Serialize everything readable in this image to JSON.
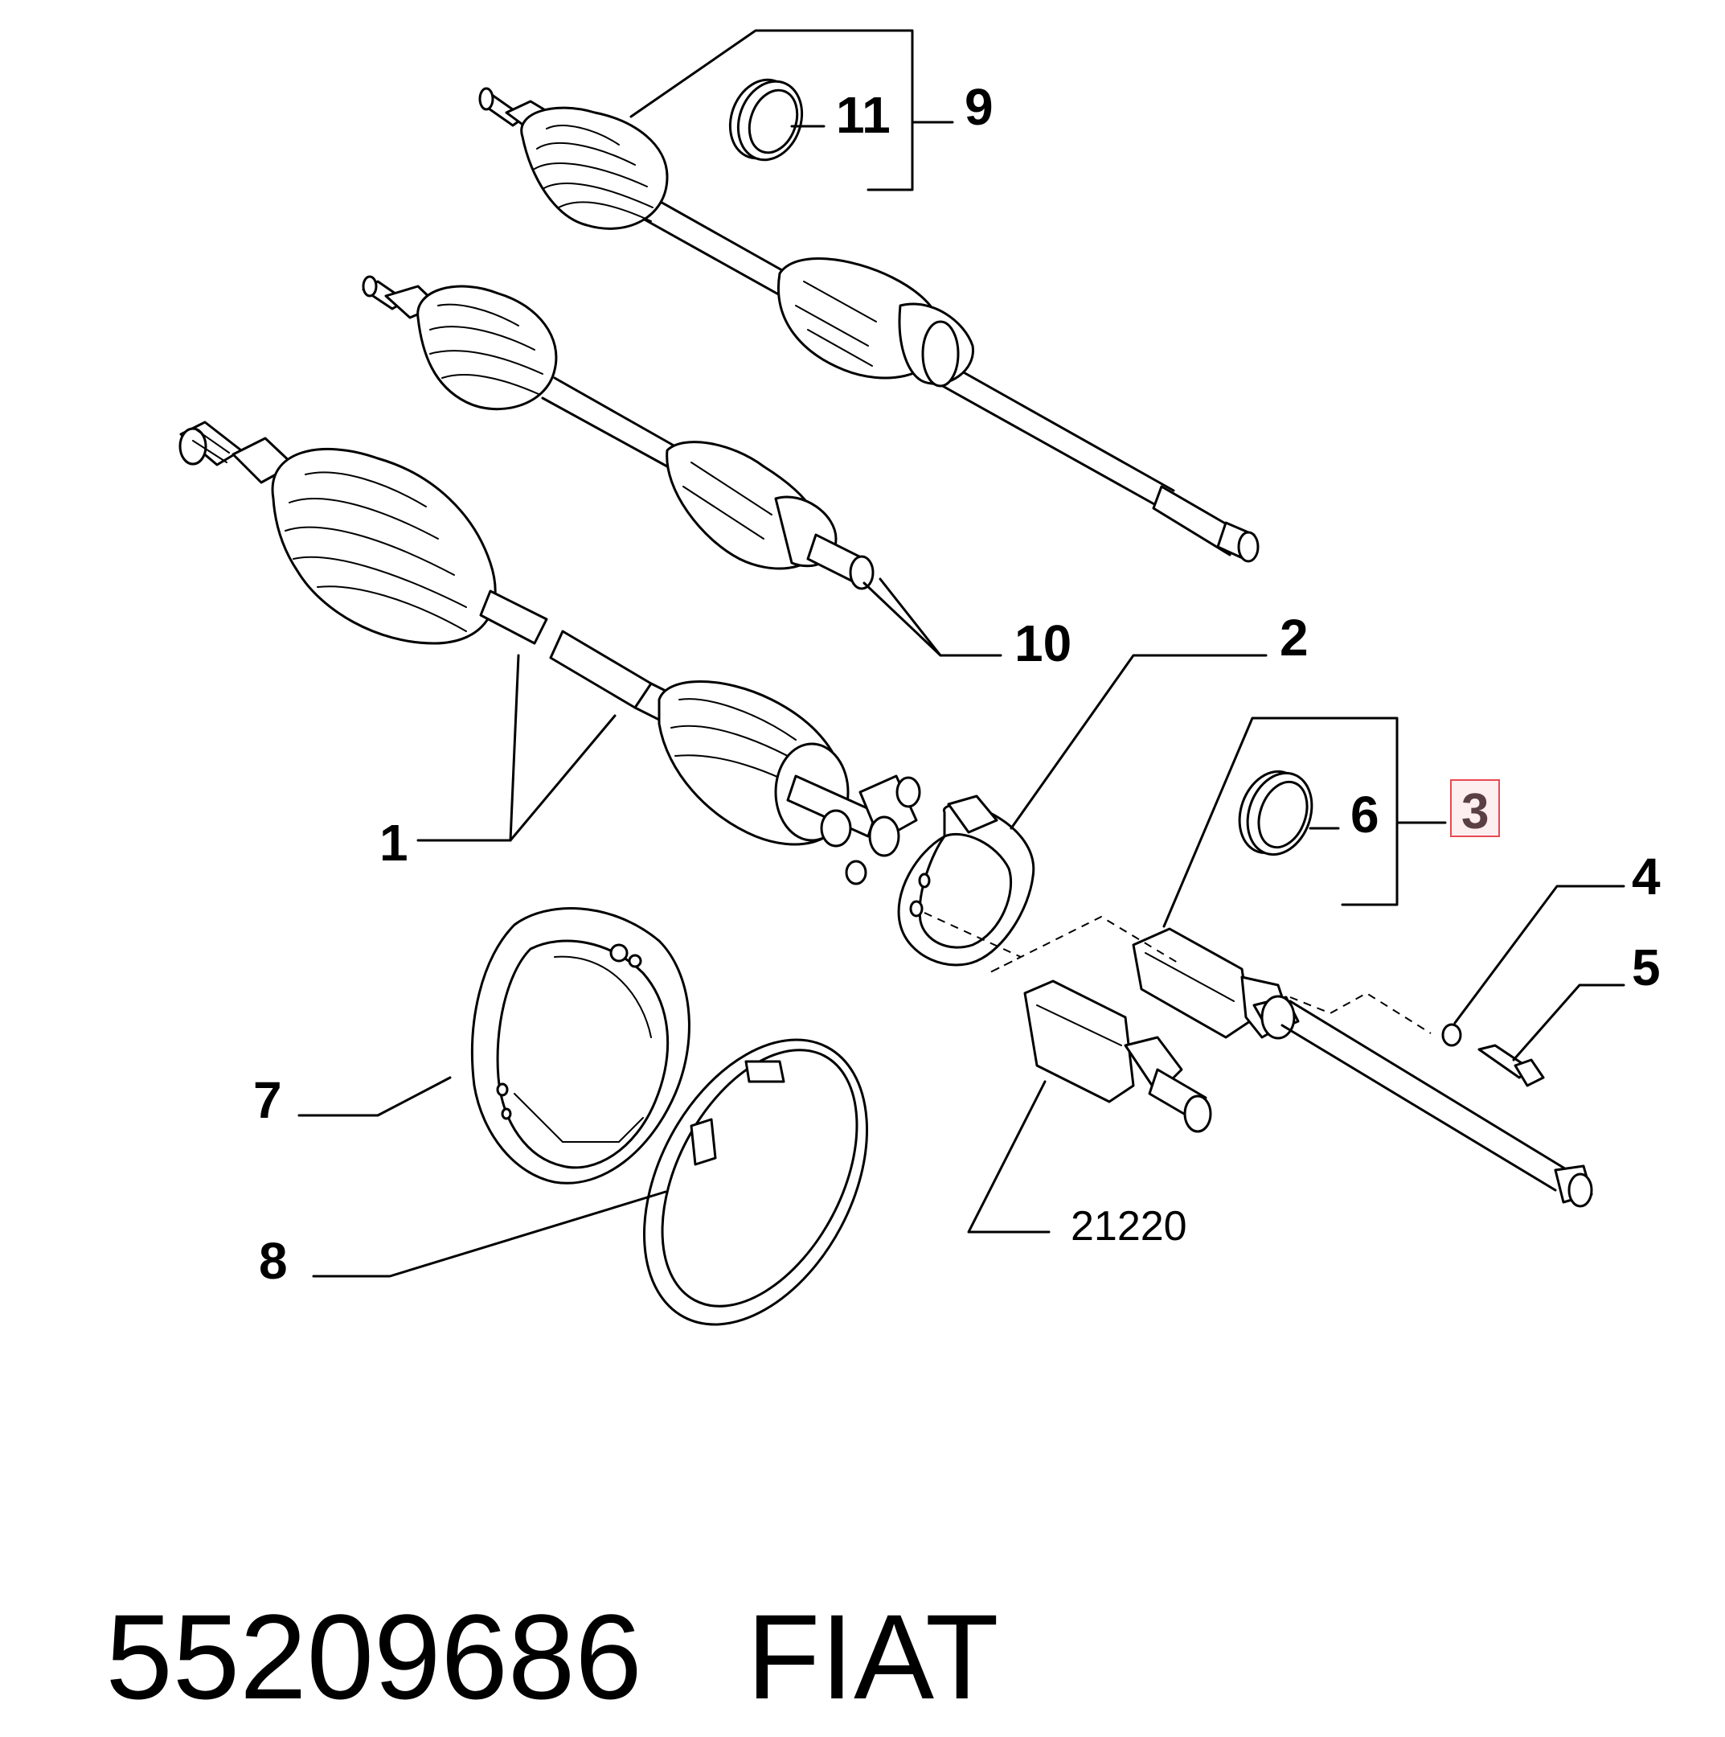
{
  "callouts": {
    "c1": "1",
    "c2": "2",
    "c3": "3",
    "c4": "4",
    "c5": "5",
    "c6": "6",
    "c7": "7",
    "c8": "8",
    "c9": "9",
    "c10": "10",
    "c11": "11",
    "ref": "21220"
  },
  "highlight": {
    "callout": "3",
    "box_color": "#e84a52",
    "text_color": "#5a3f43"
  },
  "footer": {
    "part_number": "55209686",
    "brand": "FIAT"
  }
}
